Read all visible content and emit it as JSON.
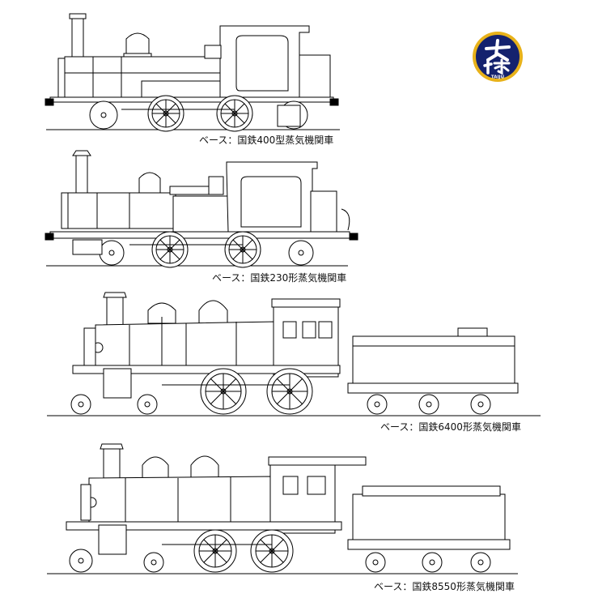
{
  "logo": {
    "icon": "taiju-logo-icon",
    "text": "TAIJU",
    "colors": {
      "ring": "#e8b21a",
      "field": "#14226e",
      "mark": "#ffffff"
    }
  },
  "figures": [
    {
      "name": "loco-400",
      "caption": "ベース：国鉄400型蒸気機関車"
    },
    {
      "name": "loco-230",
      "caption": "ベース：国鉄230形蒸気機関車"
    },
    {
      "name": "loco-6400",
      "caption": "ベース：国鉄6400形蒸気機関車"
    },
    {
      "name": "loco-8550",
      "caption": "ベース：国鉄8550形蒸気機関車"
    }
  ]
}
